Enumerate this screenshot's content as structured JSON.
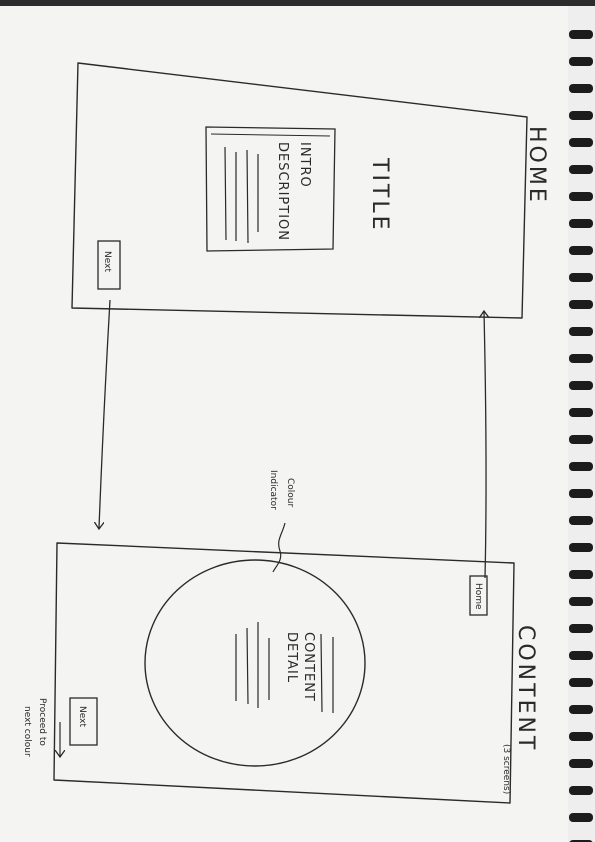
{
  "colors": {
    "paper": "#f4f4f2",
    "ink": "#2a2a2a",
    "binding": "#1c1c1c"
  },
  "home": {
    "label": "HOME",
    "title": "TITLE",
    "description_line1": "INTRO",
    "description_line2": "DESCRIPTION",
    "next_button": "Next"
  },
  "content": {
    "label": "CONTENT",
    "label_note": "(3 screens)",
    "detail_line1": "CONTENT",
    "detail_line2": "DETAIL",
    "home_button": "Home",
    "next_button": "Next",
    "next_note_line1": "Proceed to",
    "next_note_line2": "next colour",
    "indicator_line1": "Colour",
    "indicator_line2": "Indicator"
  }
}
